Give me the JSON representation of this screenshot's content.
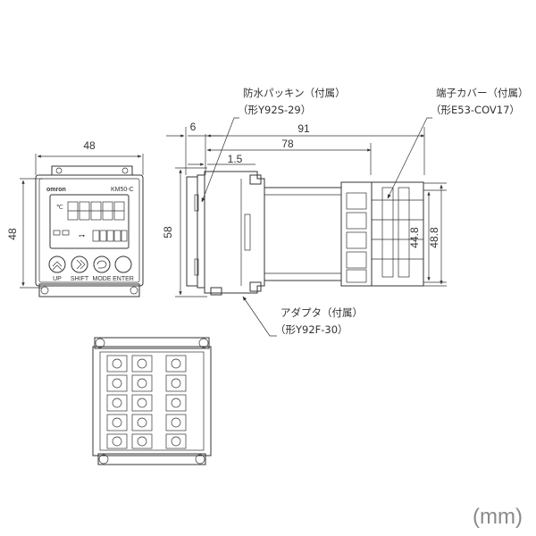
{
  "front_view": {
    "width_dim": "48",
    "height_dim": "48",
    "brand": "omron",
    "model": "KM50-C",
    "unit_symbol": "℃",
    "buttons": [
      "UP",
      "SHIFT",
      "MODE",
      "ENTER"
    ]
  },
  "side_view": {
    "dim_total_depth": "91",
    "dim_body_depth": "78",
    "dim_front": "6",
    "dim_bezel": "1.5",
    "dim_height": "58",
    "dim_inner_height": "44.8",
    "dim_outer_height": "48.8"
  },
  "callouts": {
    "packing_name": "防水パッキン（付属）",
    "packing_model": "（形Y92S-29）",
    "cover_name": "端子カバー（付属）",
    "cover_model": "（形E53-COV17）",
    "adapter_name": "アダプタ（付属）",
    "adapter_model": "（形Y92F-30）"
  },
  "unit_label": "(mm)"
}
